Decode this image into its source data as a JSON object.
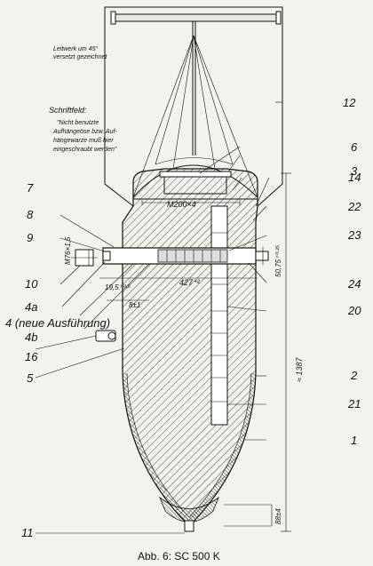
{
  "caption": "Abb. 6: SC 500 K",
  "notes": {
    "fin_note": [
      "Leitwerk um 45°",
      "versetzt gezeichnet"
    ],
    "field_title": "Schriftfeld:",
    "field_note": [
      "\"Nicht benutzte",
      "Aufhängeöse bzw. Auf-",
      "hängewarze muß hier",
      "eingeschraubt werden\""
    ]
  },
  "dimensions": {
    "thread_top": "M200×4",
    "thread_side": "M76×1,5",
    "overall_length": "≈ 1387",
    "d_427": "427⁺²",
    "d_50": "50,75⁺⁰·²⁵",
    "d_19": "19,5⁺⁰·⁵",
    "d_8": "8±1",
    "d_88": "88±4"
  },
  "labels": {
    "n1": "1",
    "n2": "2",
    "n3": "3",
    "n4": "4 (neue Ausführung)",
    "n4a": "4a",
    "n4b": "4b",
    "n5": "5",
    "n6": "6",
    "n7": "7",
    "n8": "8",
    "n9": "9",
    "n10": "10",
    "n11": "11",
    "n12": "12",
    "n14": "14",
    "n16": "16",
    "n20": "20",
    "n21": "21",
    "n22": "22",
    "n23": "23",
    "n24": "24"
  }
}
